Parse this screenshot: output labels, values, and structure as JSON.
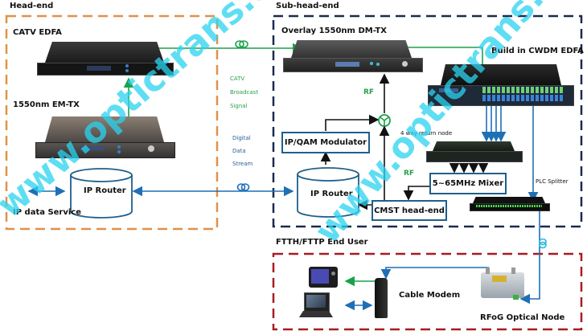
{
  "regions": {
    "head_end": {
      "title": "Head-end",
      "border_color": "#e0914a"
    },
    "sub_head_end": {
      "title": "Sub-head-end",
      "border_color": "#1a2a4f"
    },
    "end_user": {
      "title": "FTTH/FTTP End User",
      "border_color": "#a81c22"
    }
  },
  "devices": {
    "catv_edfa": "CATV EDFA",
    "em_tx": "1550nm EM-TX",
    "dm_tx": "Overlay 1550nm DM-TX",
    "cwdm_edfa": "Build in CWDM EDFA",
    "return_node": "4 way return node",
    "plc_splitter": "PLC Splitter",
    "cable_modem": "Cable Modem",
    "rfog_node": "RFoG Optical Node"
  },
  "boxes": {
    "ip_router_head": "IP Router",
    "ip_router_sub": "IP Router",
    "ip_qam_modulator": "IP/QAM Modulator",
    "mixer": "5~65MHz Mixer",
    "cmst": "CMST head-end"
  },
  "labels": {
    "ip_data_service": "IP data Service",
    "catv_signal": [
      "CATV",
      "Broadcast",
      "Signal"
    ],
    "digital_stream": [
      "Digital",
      "Data",
      "Stream"
    ],
    "rf_top": "RF",
    "rf_mixer": "RF"
  },
  "watermark": "www.optictrans.com",
  "colors": {
    "green_line": "#1aa24a",
    "blue_line": "#1f6fb5",
    "black_line": "#111111",
    "catv_text": "#2aa04a",
    "digital_text": "#2a5f9a"
  }
}
